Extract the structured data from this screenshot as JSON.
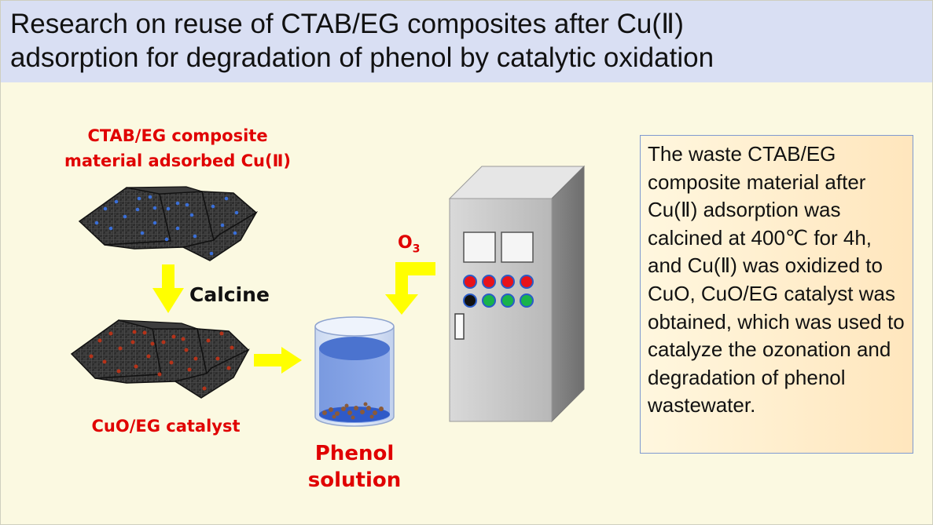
{
  "title": {
    "line1": "Research on reuse of CTAB/EG composites after Cu(Ⅱ)",
    "line2": "adsorption for degradation of phenol by catalytic oxidation"
  },
  "labels": {
    "composite_line1": "CTAB/EG composite",
    "composite_line2": "material adsorbed Cu(Ⅱ)",
    "calcine": "Calcine",
    "catalyst": "CuO/EG catalyst",
    "phenol_line1": "Phenol",
    "phenol_line2": "solution",
    "o3_main": "O",
    "o3_sub": "3"
  },
  "description": "The waste CTAB/EG composite material after Cu(Ⅱ) adsorption was calcined at 400℃ for 4h, and Cu(Ⅱ) was oxidized to CuO, CuO/EG catalyst was obtained, which was used to catalyze the ozonation and degradation of phenol wastewater.",
  "colors": {
    "title_bg": "#d9dff3",
    "slide_bg": "#fbf9e1",
    "label_red": "#e00000",
    "arrow_yellow": "#ffff00",
    "sheet_dark": "#2e2e2e",
    "dot_blue": "#3a6fd8",
    "dot_red": "#b5331a",
    "button_red": "#e8121a",
    "button_green": "#19b34b",
    "button_black": "#111111",
    "cabinet_gray": "#c4c4c4"
  },
  "icons": {
    "sheet_top": "graphene-sheet-with-blue-dots",
    "sheet_bottom": "graphene-sheet-with-red-dots",
    "beaker": "beaker-icon",
    "ozone_generator": "control-cabinet-icon"
  }
}
